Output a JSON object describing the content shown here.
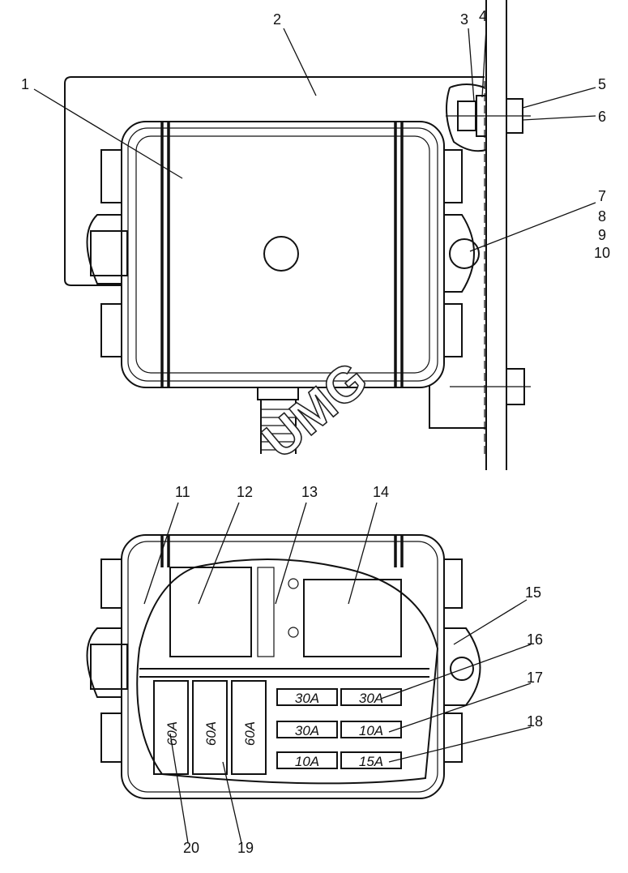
{
  "title": "Fuse and relay box assembly drawing",
  "watermark": "UMG",
  "callouts": {
    "c1": "1",
    "c2": "2",
    "c3": "3",
    "c4": "4",
    "c5": "5",
    "c6": "6",
    "c7": "7",
    "c8": "8",
    "c9": "9",
    "c10": "10",
    "c11": "11",
    "c12": "12",
    "c13": "13",
    "c14": "14",
    "c15": "15",
    "c16": "16",
    "c17": "17",
    "c18": "18",
    "c19": "19",
    "c20": "20"
  },
  "fuses": {
    "maxi": [
      "60A",
      "60A",
      "60A"
    ],
    "mini": [
      "30A",
      "30A",
      "30A",
      "10A",
      "10A",
      "15A"
    ]
  }
}
